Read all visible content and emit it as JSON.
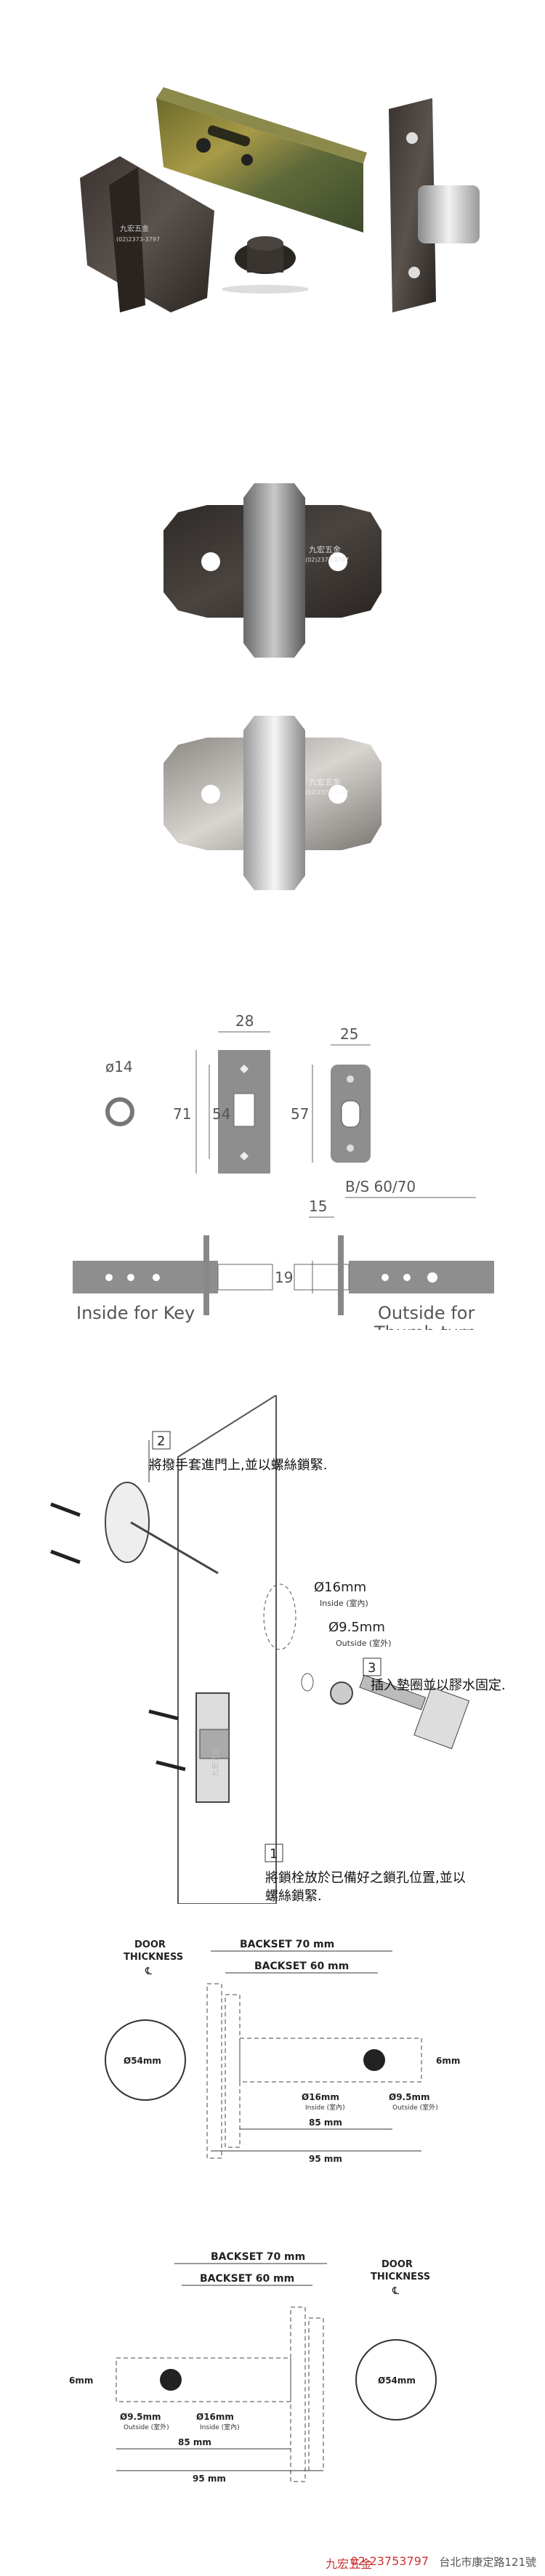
{
  "watermark": {
    "brand": "九宏五金",
    "phone": "(02)2373-3797"
  },
  "dimensions": {
    "ring_dia": "ø14",
    "strike_width": "28",
    "strike_height": "71",
    "strike_inner": "54",
    "latch_plate_width": "25",
    "latch_plate_height": "57",
    "backset": "B/S 60/70",
    "offset_15": "15",
    "bolt_19": "19",
    "inside_label": "Inside for Key",
    "outside_label_1": "Outside for",
    "outside_label_2": "Thumb turn"
  },
  "install": {
    "step2_num": "2",
    "step2_text": "將撥手套進門上,並以螺絲鎖緊.",
    "step3_num": "3",
    "step3_text": "插入墊圈並以膠水固定.",
    "step1_num": "1",
    "step1_text_1": "將鎖栓放於已備好之鎖孔位置,並以",
    "step1_text_2": "螺絲鎖緊.",
    "d16": "Ø16mm",
    "d16_sub": "Inside (室內)",
    "d95": "Ø9.5mm",
    "d95_sub": "Outside (室外)"
  },
  "drawing1": {
    "door_thickness_1": "DOOR",
    "door_thickness_2": "THICKNESS",
    "backset70": "BACKSET 70 mm",
    "backset60": "BACKSET 60 mm",
    "hole54": "Ø54mm",
    "six": "6mm",
    "d16": "Ø16mm",
    "d16_sub": "Inside (室內)",
    "d95": "Ø9.5mm",
    "d95_sub": "Outside (室外)",
    "len85": "85 mm",
    "len95": "95 mm"
  },
  "drawing2": {
    "door_thickness_1": "DOOR",
    "door_thickness_2": "THICKNESS",
    "backset70": "BACKSET 70 mm",
    "backset60": "BACKSET 60 mm",
    "hole54": "Ø54mm",
    "six": "6mm",
    "d16": "Ø16mm",
    "d16_sub": "Inside (室內)",
    "d95": "Ø9.5mm",
    "d95_sub": "Outside (室外)",
    "len85": "85 mm",
    "len95": "95 mm"
  },
  "footer": {
    "brand": "九宏五金",
    "phone": "02-23753797",
    "address": "台北市康定路121號"
  }
}
